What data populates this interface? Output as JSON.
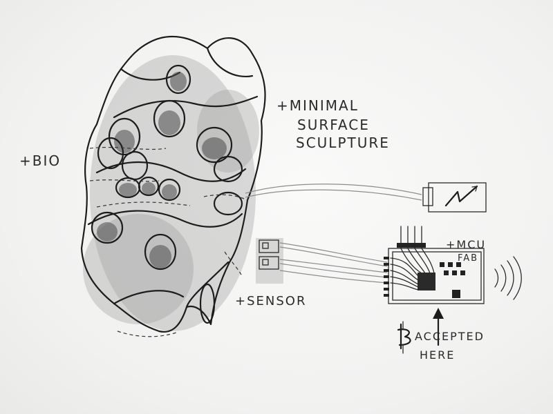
{
  "labels": {
    "sculpture_line1": "+MINIMAL",
    "sculpture_line2": "SURFACE",
    "sculpture_line3": "SCULPTURE",
    "bio": "+BIO",
    "sensor": "+SENSOR",
    "mcu": "+MCU",
    "fab": "FAB",
    "accepted_line1": "ACCEPTED",
    "accepted_line2": "HERE"
  },
  "icons": {
    "bitcoin": "bitcoin-icon",
    "wireless": "wireless-waves-icon",
    "arrow": "up-arrow-icon",
    "power": "lightning-icon"
  },
  "colors": {
    "ink": "#1c1c1c",
    "paper": "#f6f6f5",
    "pencil": "#8c8c8c"
  }
}
